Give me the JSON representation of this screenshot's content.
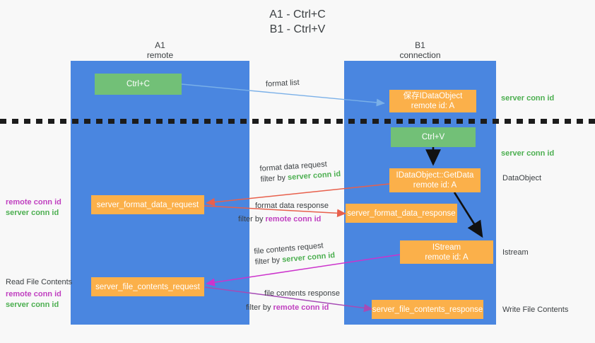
{
  "title": "A1 - Ctrl+C\nB1 - Ctrl+V",
  "lanes": [
    {
      "id": "a1",
      "title": "A1\nremote"
    },
    {
      "id": "b1",
      "title": "B1\nconnection"
    }
  ],
  "boxes": {
    "ctrl_c": "Ctrl+C",
    "save_idataobject": "保存IDataObject\nremote id: A",
    "ctrl_v": "Ctrl+V",
    "getdata": "IDataObject::GetData\nremote id: A",
    "format_data_request": "server_format_data_request",
    "format_data_response": "server_format_data_response",
    "istream": "IStream\nremote id: A",
    "file_contents_request": "server_file_contents_request",
    "file_contents_response": "server_file_contents_response"
  },
  "connectors": {
    "format_list": "format list",
    "format_data_request_line1": "format data request",
    "format_data_request_filter_prefix": "filter by ",
    "format_data_request_filter_key": "server conn id",
    "format_data_response_line1": "format data response",
    "format_data_response_filter_prefix": "filter by ",
    "format_data_response_filter_key": "remote conn id",
    "file_contents_request_line1": "file contents request",
    "file_contents_request_filter_prefix": "filter by ",
    "file_contents_request_filter_key": "server conn id",
    "file_contents_response_line1": "file contents response",
    "file_contents_response_filter_prefix": "filter by ",
    "file_contents_response_filter_key": "remote conn id"
  },
  "right_notes": {
    "server_conn_id_top": "server conn id",
    "server_conn_id_mid": "server conn id",
    "dataobject": "DataObject",
    "istream": "Istream",
    "write_file_contents": "Write File Contents"
  },
  "left_notes": {
    "remote_conn_id_1": "remote conn id",
    "server_conn_id_1": "server conn id",
    "read_file_contents": "Read File Contents",
    "remote_conn_id_2": "remote conn id",
    "server_conn_id_2": "server conn id"
  },
  "colors": {
    "lane": "#4a86e0",
    "green_box": "#72c077",
    "orange_box": "#fbb04a",
    "background": "#f8f8f8",
    "server_conn": "#4caf50",
    "remote_conn": "#c040c0",
    "arrow_blue": "#7ab0e8",
    "arrow_red": "#e8604c",
    "arrow_magenta": "#cc33cc",
    "arrow_purple": "#a64bb5",
    "arrow_black": "#111111"
  }
}
